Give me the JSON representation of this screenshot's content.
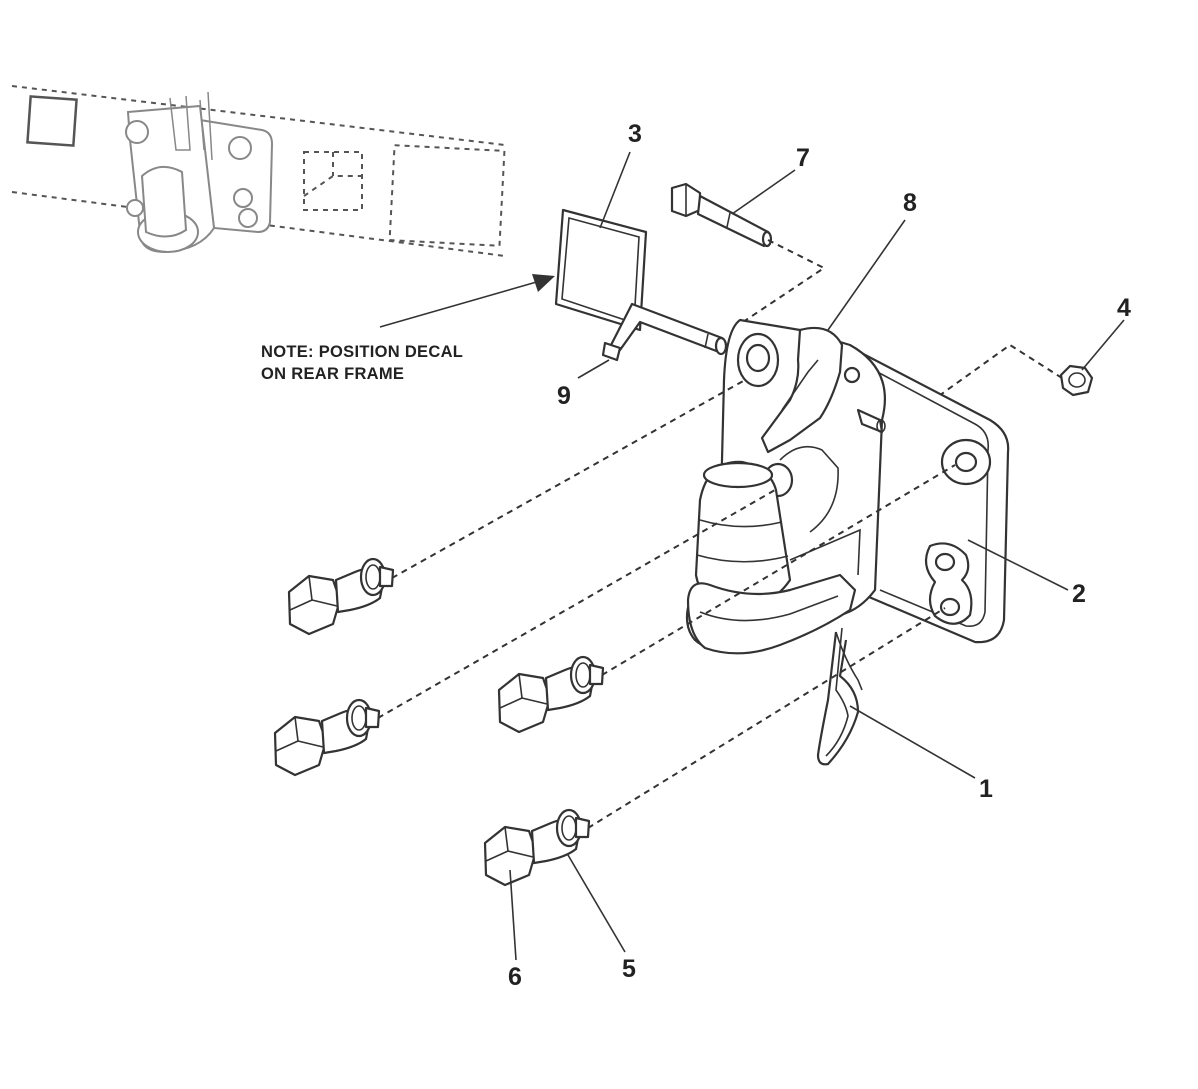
{
  "diagram": {
    "note": {
      "line1": "NOTE: POSITION DECAL",
      "line2": "ON REAR FRAME"
    },
    "callouts": {
      "c1": "1",
      "c2": "2",
      "c3": "3",
      "c4": "4",
      "c5": "5",
      "c6": "6",
      "c7": "7",
      "c8": "8",
      "c9": "9"
    }
  }
}
